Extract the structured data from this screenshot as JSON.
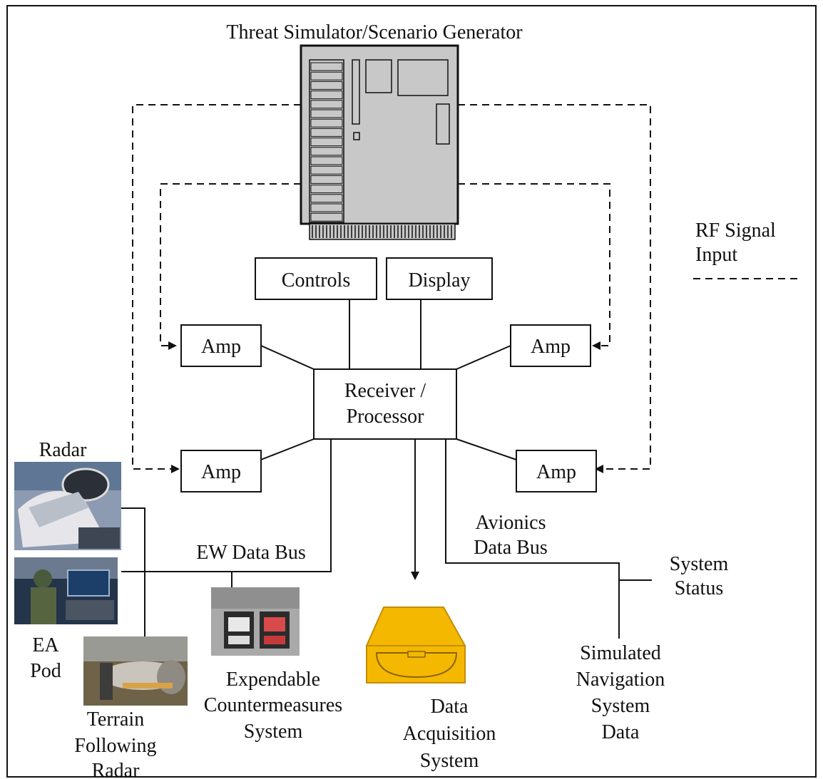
{
  "title": "Threat Simulator/Scenario Generator",
  "legend": {
    "line1": "RF Signal",
    "line2": "Input"
  },
  "controls": "Controls",
  "display": "Display",
  "amp": "Amp",
  "receiver": {
    "line1": "Receiver /",
    "line2": "Processor"
  },
  "radar": "Radar",
  "ea_pod": {
    "line1": "EA",
    "line2": "Pod"
  },
  "terrain": {
    "line1": "Terrain",
    "line2": "Following",
    "line3": "Radar"
  },
  "ew_bus": "EW Data Bus",
  "avionics": {
    "line1": "Avionics",
    "line2": "Data Bus"
  },
  "system_status": {
    "line1": "System",
    "line2": "Status"
  },
  "expendable": {
    "line1": "Expendable",
    "line2": "Countermeasures",
    "line3": "System"
  },
  "data_acq": {
    "line1": "Data",
    "line2": "Acquisition",
    "line3": "System"
  },
  "sim_nav": {
    "line1": "Simulated",
    "line2": "Navigation",
    "line3": "System",
    "line4": "Data"
  },
  "colors": {
    "drive": "#f5b800",
    "drive_dark": "#c48d00",
    "chassis": "#c8c8c8"
  }
}
